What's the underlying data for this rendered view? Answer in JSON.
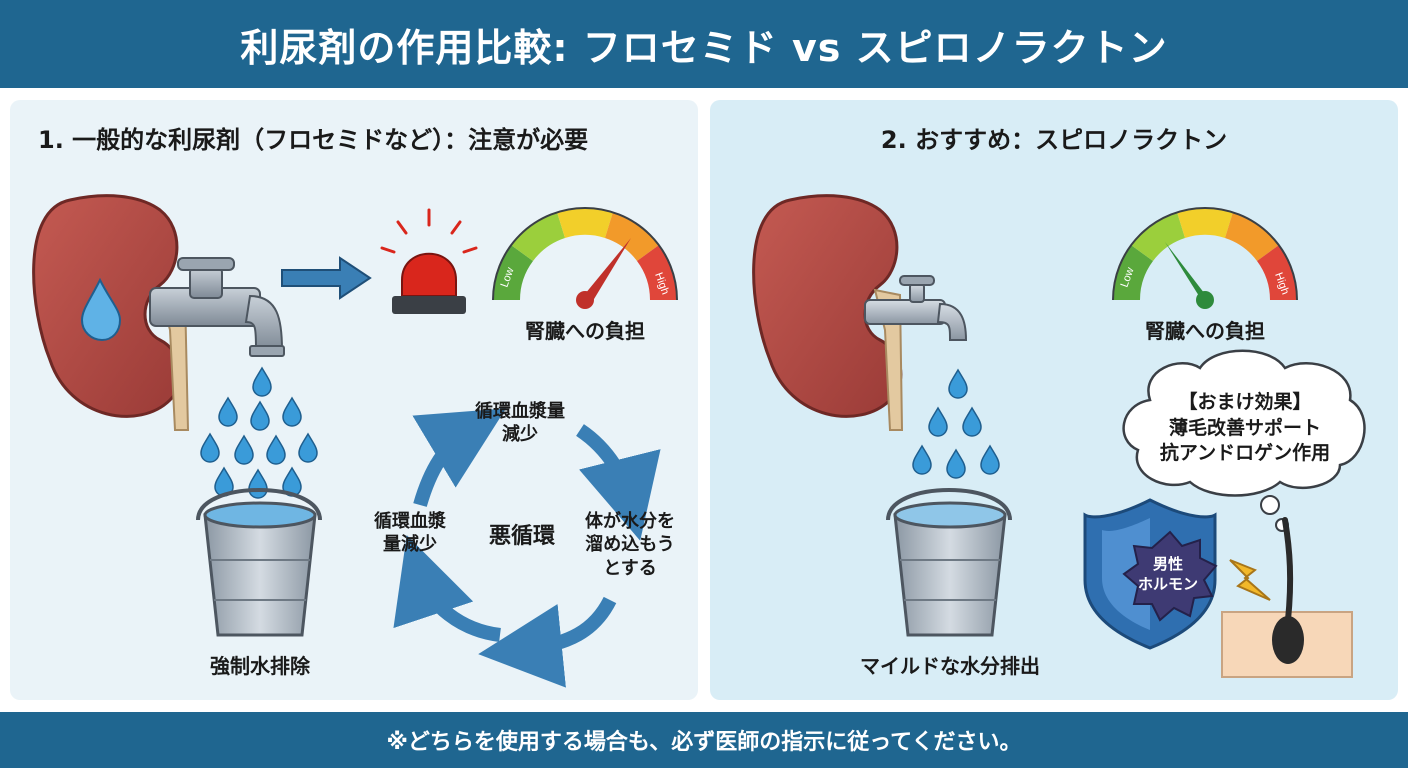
{
  "title": "利尿剤の作用比較: フロセミド vs スピロノラクトン",
  "left": {
    "heading": "1. 一般的な利尿剤（フロセミドなど）：注意が必要",
    "gauge_label": "腎臓への負担",
    "gauge_low": "Low",
    "gauge_high": "High",
    "gauge_level": "high",
    "bucket_label": "強制水排除",
    "cycle": {
      "center": "悪循環",
      "top_line1": "循環血漿量",
      "top_line2": "減少",
      "right_line1": "体が水分を",
      "right_line2": "溜め込もう",
      "right_line3": "とする",
      "left_line1": "循環血漿",
      "left_line2": "量減少"
    }
  },
  "right": {
    "heading": "2. おすすめ：スピロノラクトン",
    "gauge_label": "腎臓への負担",
    "gauge_low": "Low",
    "gauge_high": "High",
    "gauge_level": "low",
    "bucket_label": "マイルドな水分排出",
    "bubble_line1": "【おまけ効果】",
    "bubble_line2": "薄毛改善サポート",
    "bubble_line3": "抗アンドロゲン作用",
    "hormone_line1": "男性",
    "hormone_line2": "ホルモン"
  },
  "footer": "※どちらを使用する場合も、必ず医師の指示に従ってください。",
  "colors": {
    "header": "#1f6690",
    "kidney": "#b24a45",
    "water": "#3a9bd9",
    "arrow": "#3a7fb5",
    "siren": "#d9261c",
    "shield": "#2f6fb0"
  }
}
